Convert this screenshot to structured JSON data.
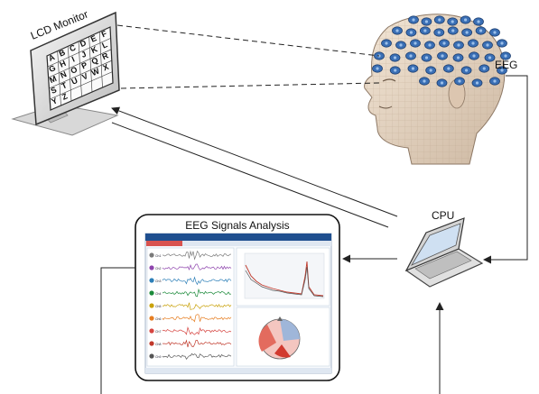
{
  "labels": {
    "monitor": "LCD Monitor",
    "eeg": "EEG",
    "cpu": "CPU",
    "analysis_title": "EEG Signals Analysis"
  },
  "speller_grid": [
    [
      "A",
      "B",
      "C",
      "D",
      "E",
      "F"
    ],
    [
      "G",
      "H",
      "I",
      "J",
      "K",
      "L"
    ],
    [
      "M",
      "N",
      "O",
      "P",
      "Q",
      "R"
    ],
    [
      "S",
      "T",
      "U",
      "V",
      "W",
      "X"
    ],
    [
      "Y",
      "Z",
      "",
      "",
      "",
      ""
    ]
  ],
  "colors": {
    "arrow": "#222222",
    "screen_header": "#1f4f8f",
    "screen_tab": "#d9534f",
    "electrode": "#3a6fb5",
    "head": "#e8d8c6"
  },
  "channel_colors": [
    "#7a7a7a",
    "#8e44ad",
    "#2c7fb8",
    "#1b8a3a",
    "#c9a20c",
    "#e67e22",
    "#d64541",
    "#c0392b",
    "#555555"
  ],
  "channel_labels": [
    "Ch1",
    "Ch2",
    "Ch3",
    "Ch4",
    "Ch5",
    "Ch6",
    "Ch7",
    "Ch8",
    "Ch9"
  ]
}
